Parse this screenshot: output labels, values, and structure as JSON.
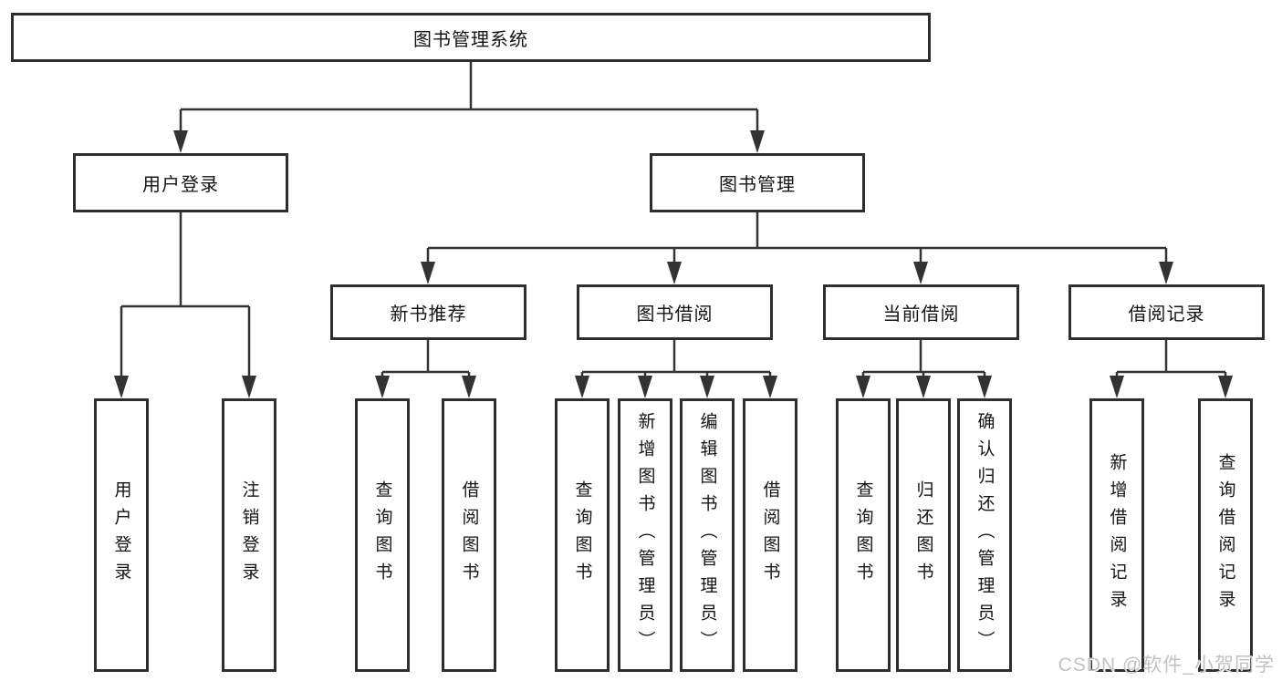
{
  "diagram": {
    "root": {
      "label": "图书管理系统"
    },
    "level2": [
      {
        "label": "用户登录",
        "children": [
          "用户登录",
          "注销登录"
        ]
      },
      {
        "label": "图书管理",
        "children": [
          {
            "label": "新书推荐",
            "children": [
              "查询图书",
              "借阅图书"
            ]
          },
          {
            "label": "图书借阅",
            "children": [
              "查询图书",
              "新增图书（管理员）",
              "编辑图书（管理员）",
              "借阅图书"
            ]
          },
          {
            "label": "当前借阅",
            "children": [
              "查询图书",
              "归还图书",
              "确认归还（管理员）"
            ]
          },
          {
            "label": "借阅记录",
            "children": [
              "新增借阅记录",
              "查询借阅记录"
            ]
          }
        ]
      }
    ]
  },
  "watermark": {
    "text": "CSDN @软件_小贺同学"
  },
  "colors": {
    "line": "#333333",
    "box_border": "#2e2e2e",
    "text": "#141414",
    "background": "#ffffff",
    "watermark": "#c2c2c2"
  }
}
